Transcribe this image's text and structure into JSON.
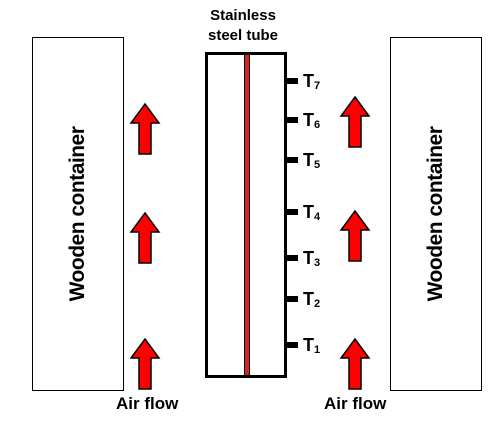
{
  "left_container": {
    "label": "Wooden container"
  },
  "right_container": {
    "label": "Wooden container"
  },
  "tube": {
    "caption_line1": "Stainless",
    "caption_line2": "steel tube"
  },
  "sensors": [
    {
      "base": "T",
      "index": "7"
    },
    {
      "base": "T",
      "index": "6"
    },
    {
      "base": "T",
      "index": "5"
    },
    {
      "base": "T",
      "index": "4"
    },
    {
      "base": "T",
      "index": "3"
    },
    {
      "base": "T",
      "index": "2"
    },
    {
      "base": "T",
      "index": "1"
    }
  ],
  "flow": {
    "left_label": "Air flow",
    "right_label": "Air flow"
  },
  "colors": {
    "arrow_fill": "#ff0000",
    "tube_core": "#d9231f",
    "outline": "#000000"
  },
  "icons": {
    "arrow": "up-arrow-icon"
  }
}
